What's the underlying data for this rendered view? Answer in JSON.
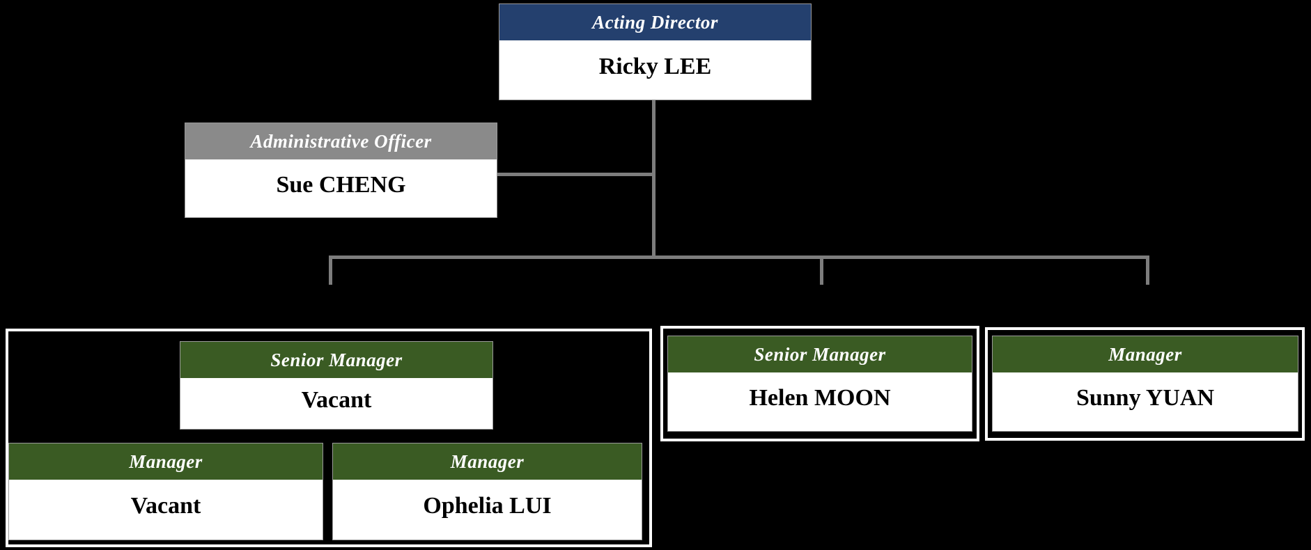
{
  "diagram": {
    "type": "org-chart",
    "background": "#000000",
    "connector_color": "#7d7d7d",
    "group_border_color": "#ffffff",
    "colors": {
      "navy_header": "#24406E",
      "gray_header": "#8A8A8A",
      "green_header": "#3A5B23",
      "card_bg": "#FFFFFF",
      "header_text": "#FFFFFF",
      "name_text": "#000000"
    },
    "nodes": {
      "acting_director": {
        "title": "Acting Director",
        "name": "Ricky LEE",
        "header_color": "#24406E"
      },
      "administrative_officer": {
        "title": "Administrative Officer",
        "name": "Sue CHENG",
        "header_color": "#8A8A8A"
      },
      "senior_manager_left": {
        "title": "Senior Manager",
        "name": "Vacant",
        "header_color": "#3A5B23"
      },
      "manager_left_first": {
        "title": "Manager",
        "name": "Vacant",
        "header_color": "#3A5B23"
      },
      "manager_left_second": {
        "title": "Manager",
        "name": "Ophelia LUI",
        "header_color": "#3A5B23"
      },
      "senior_manager_middle": {
        "title": "Senior Manager",
        "name": "Helen MOON",
        "header_color": "#3A5B23"
      },
      "manager_right": {
        "title": "Manager",
        "name": "Sunny YUAN",
        "header_color": "#3A5B23"
      }
    },
    "edges": [
      {
        "from": "acting_director",
        "to": "administrative_officer",
        "style": "side-branch"
      },
      {
        "from": "acting_director",
        "to": "senior_manager_left",
        "style": "drop"
      },
      {
        "from": "acting_director",
        "to": "senior_manager_middle",
        "style": "drop"
      },
      {
        "from": "acting_director",
        "to": "manager_right",
        "style": "drop"
      }
    ]
  }
}
